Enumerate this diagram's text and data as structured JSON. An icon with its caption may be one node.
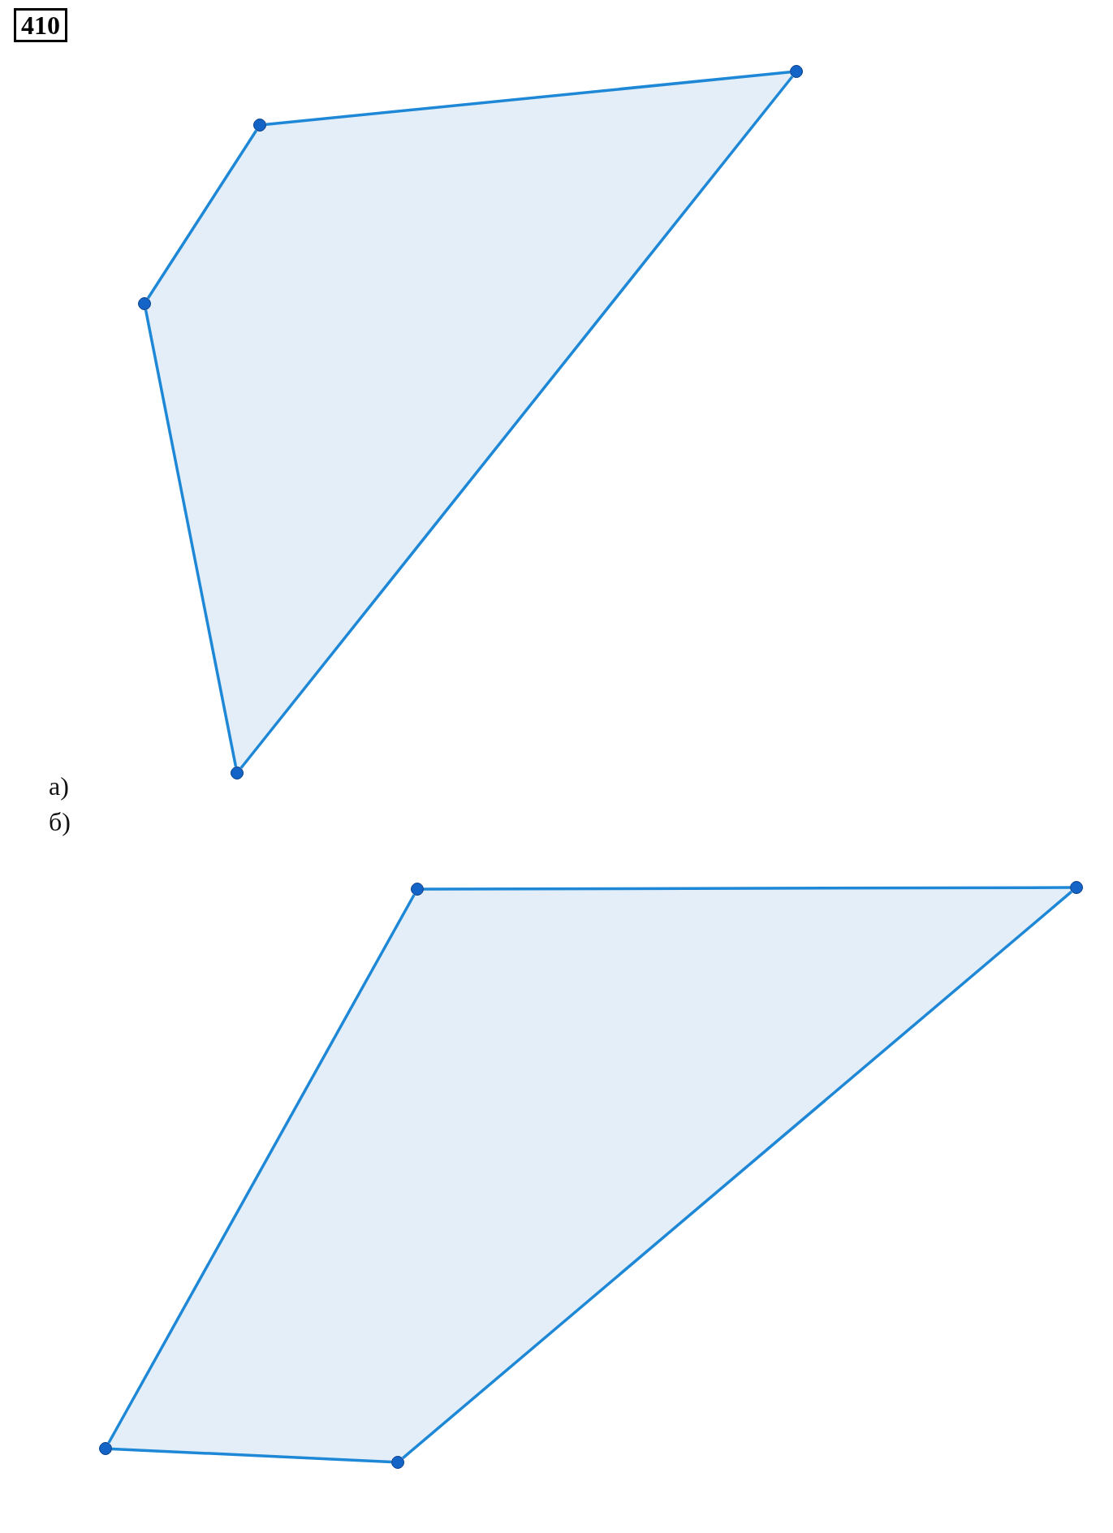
{
  "diagram": {
    "nodes": [
      {
        "text": [],
        "shape": "circle"
      },
      {
        "text": [],
        "shape": "circle"
      },
      {
        "text": [],
        "shape": "circle"
      },
      {
        "text": [],
        "shape": "circle"
      },
      {
        "text": [],
        "shape": "circle"
      },
      {
        "text": [],
        "shape": "circle"
      },
      {
        "text": [],
        "shape": "circle"
      },
      {
        "text": [],
        "shape": "circle"
      }
    ],
    "edges": [
      {
        "from": 1,
        "to": 0,
        "arrow": "none"
      },
      {
        "from": 0,
        "to": 3,
        "arrow": "none"
      },
      {
        "from": 3,
        "to": 2,
        "arrow": "none"
      },
      {
        "from": 2,
        "to": 1,
        "arrow": "none"
      },
      {
        "from": 5,
        "to": 4,
        "arrow": "none"
      },
      {
        "from": 4,
        "to": 7,
        "arrow": "none"
      },
      {
        "from": 7,
        "to": 6,
        "arrow": "none"
      },
      {
        "from": 6,
        "to": 5,
        "arrow": "none"
      }
    ],
    "labels": [
      "410",
      "а)",
      "б)"
    ]
  }
}
